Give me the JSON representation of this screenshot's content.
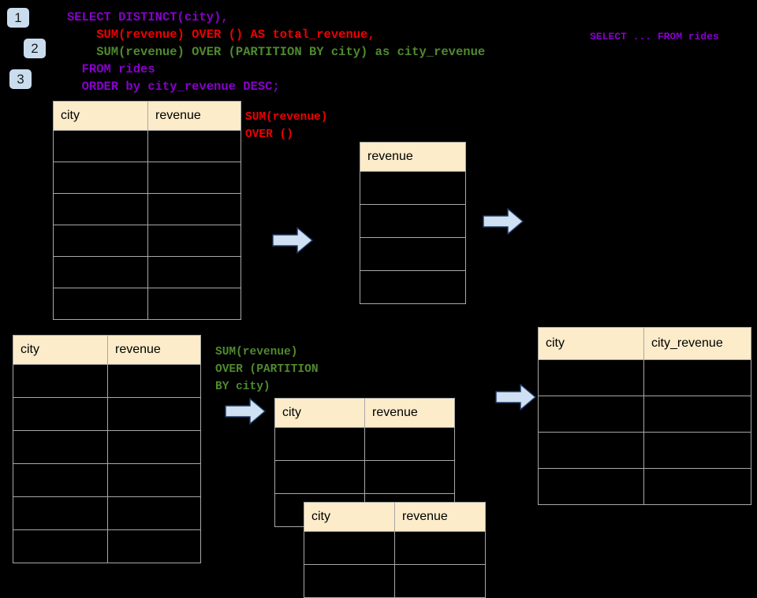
{
  "background_color": "#000000",
  "badges": [
    {
      "name": "step-1",
      "label": "1"
    },
    {
      "name": "step-2",
      "label": "2"
    },
    {
      "name": "step-3",
      "label": "3"
    }
  ],
  "sql": {
    "lines": [
      {
        "text": "SELECT DISTINCT(city),",
        "color": "#8800cc"
      },
      {
        "text": "    SUM(revenue) OVER () AS total_revenue,",
        "color": "#ee0000"
      },
      {
        "text": "    SUM(revenue) OVER (PARTITION BY city) as city_revenue",
        "color": "#4f8a2e"
      },
      {
        "text": "  FROM rides",
        "color": "#8800cc"
      },
      {
        "text": "  ORDER by city_revenue DESC;",
        "color": "#8800cc"
      }
    ],
    "aside": {
      "text": "SELECT ... FROM rides",
      "color": "#8800cc"
    }
  },
  "captions": {
    "over_empty": {
      "text": "SUM(revenue)\nOVER ()",
      "color": "#ee0000"
    },
    "partition_by_city": {
      "text": "SUM(revenue)\nOVER (PARTITION\nBY city)",
      "color": "#4f8a2e"
    }
  },
  "tables": {
    "source_top": {
      "name": "source-table-top",
      "headers": [
        "city",
        "revenue"
      ],
      "row_count": 6,
      "rows": [
        [
          "",
          ""
        ],
        [
          "",
          ""
        ],
        [
          "",
          ""
        ],
        [
          "",
          ""
        ],
        [
          "",
          ""
        ],
        [
          "",
          ""
        ]
      ]
    },
    "total_revenue": {
      "name": "total-revenue-table",
      "headers": [
        "revenue"
      ],
      "row_count": 4,
      "rows": [
        [
          ""
        ],
        [
          ""
        ],
        [
          ""
        ],
        [
          ""
        ]
      ]
    },
    "source_bottom": {
      "name": "source-table-bottom",
      "headers": [
        "city",
        "revenue"
      ],
      "row_count": 6,
      "rows": [
        [
          "",
          ""
        ],
        [
          "",
          ""
        ],
        [
          "",
          ""
        ],
        [
          "",
          ""
        ],
        [
          "",
          ""
        ],
        [
          "",
          ""
        ]
      ]
    },
    "partition_a": {
      "name": "partition-table-a",
      "headers": [
        "city",
        "revenue"
      ],
      "row_count": 3,
      "rows": [
        [
          "",
          ""
        ],
        [
          "",
          ""
        ],
        [
          "",
          ""
        ]
      ]
    },
    "partition_b": {
      "name": "partition-table-b",
      "headers": [
        "city",
        "revenue"
      ],
      "row_count": 2,
      "rows": [
        [
          "",
          ""
        ],
        [
          "",
          ""
        ]
      ]
    },
    "result": {
      "name": "result-table",
      "headers": [
        "city",
        "city_revenue"
      ],
      "row_count": 4,
      "rows": [
        [
          "",
          ""
        ],
        [
          "",
          ""
        ],
        [
          "",
          ""
        ],
        [
          "",
          ""
        ]
      ]
    }
  },
  "arrows": [
    {
      "name": "arrow-source-to-total"
    },
    {
      "name": "arrow-total-to-result"
    },
    {
      "name": "arrow-source-to-partition"
    },
    {
      "name": "arrow-partition-to-result"
    }
  ],
  "colors": {
    "header_fill": "#fcecca",
    "cell_fill": "#000000",
    "border": "#a8a8a8",
    "badge_fill": "#c9ddef",
    "arrow_fill": "#cfe0f2",
    "arrow_stroke": "#1f3864"
  }
}
